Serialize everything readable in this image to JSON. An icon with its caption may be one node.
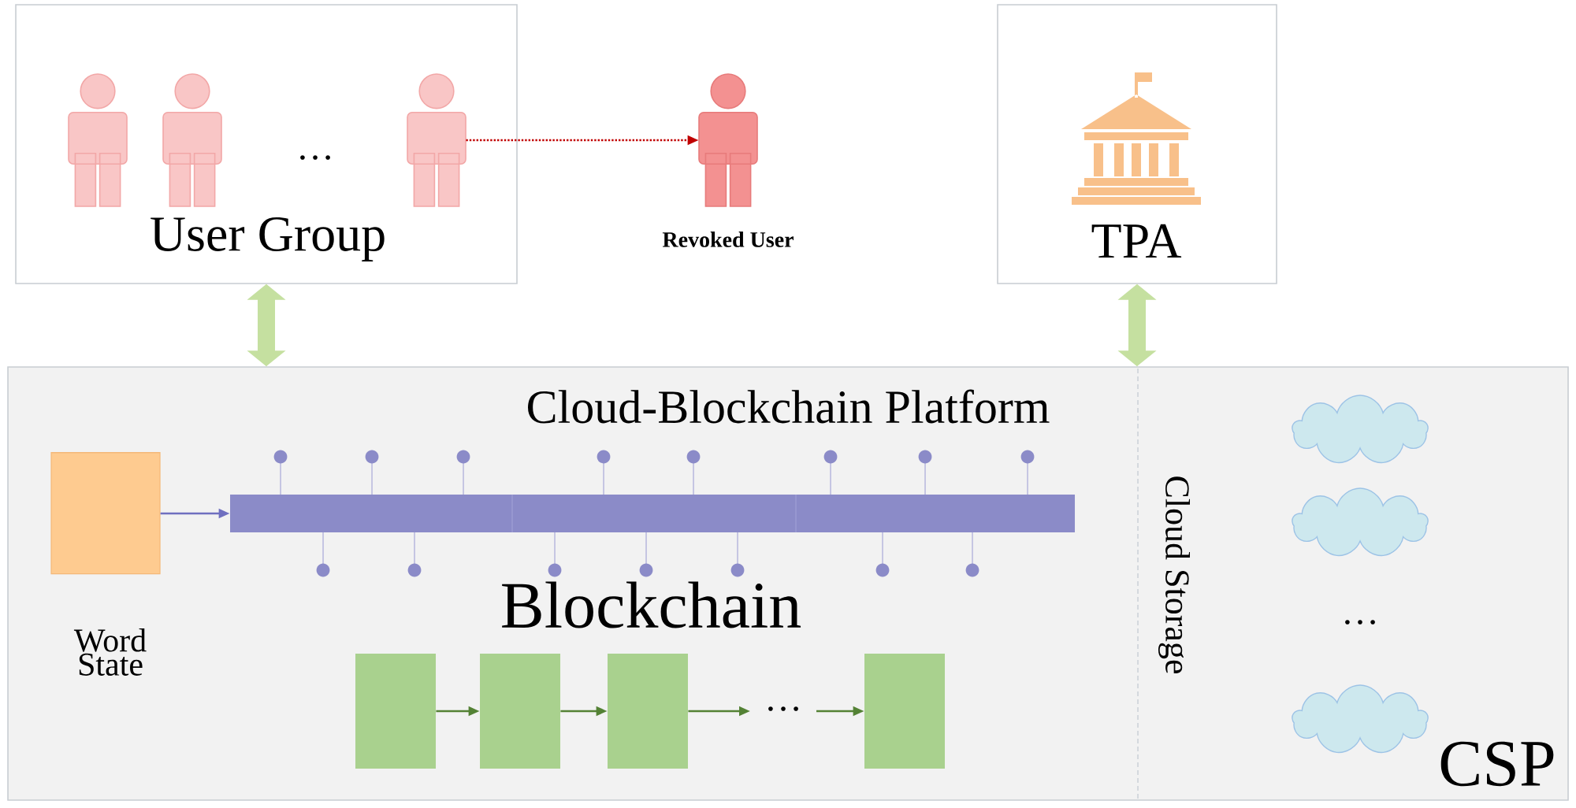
{
  "diagram": {
    "nodes": [
      {
        "text": [
          "User Group"
        ]
      },
      {
        "text": [],
        "shape": "person",
        "in": 0
      },
      {
        "text": [],
        "shape": "person",
        "in": 0
      },
      {
        "text": [],
        "shape": "person",
        "in": 0
      },
      {
        "text": [
          "Revoked User"
        ]
      },
      {
        "text": [
          "TPA"
        ]
      },
      {
        "text": [
          "CSP"
        ]
      },
      {
        "text": [],
        "shape": "cylinder",
        "in": 6,
        "beside": [
          "Word State"
        ]
      },
      {
        "text": [],
        "shape": "bar",
        "in": 6
      },
      {
        "text": [],
        "shape": "box",
        "in": 6
      },
      {
        "text": [],
        "shape": "box",
        "in": 6
      },
      {
        "text": [],
        "shape": "box",
        "in": 6
      },
      {
        "text": [],
        "shape": "box",
        "in": 6
      },
      {
        "text": [],
        "shape": "cloud",
        "in": 6
      },
      {
        "text": [],
        "shape": "cloud",
        "in": 6
      },
      {
        "text": [],
        "shape": "cloud",
        "in": 6
      }
    ],
    "edges": [
      {
        "from": 3,
        "to": 4,
        "arrow": "to",
        "style": "dashed",
        "color": "#c00000"
      },
      {
        "from": 0,
        "to": 6,
        "arrow": "both",
        "style": "thick",
        "color": "#c5e0a0"
      },
      {
        "from": 5,
        "to": 6,
        "arrow": "both",
        "style": "thick",
        "color": "#c5e0a0"
      },
      {
        "from": 7,
        "to": 8,
        "arrow": "to",
        "color": "#6f6fc0"
      },
      {
        "from": 9,
        "to": 10,
        "arrow": "to"
      },
      {
        "from": 10,
        "to": 11,
        "arrow": "to"
      },
      {
        "from": 11,
        "to": null,
        "arrow": "to"
      },
      {
        "from": null,
        "to": 12,
        "arrow": "to"
      }
    ],
    "labels": [
      "…",
      "Cloud-Blockchain Platform",
      "Blockchain",
      "…",
      "Cloud Storage",
      "…"
    ]
  }
}
